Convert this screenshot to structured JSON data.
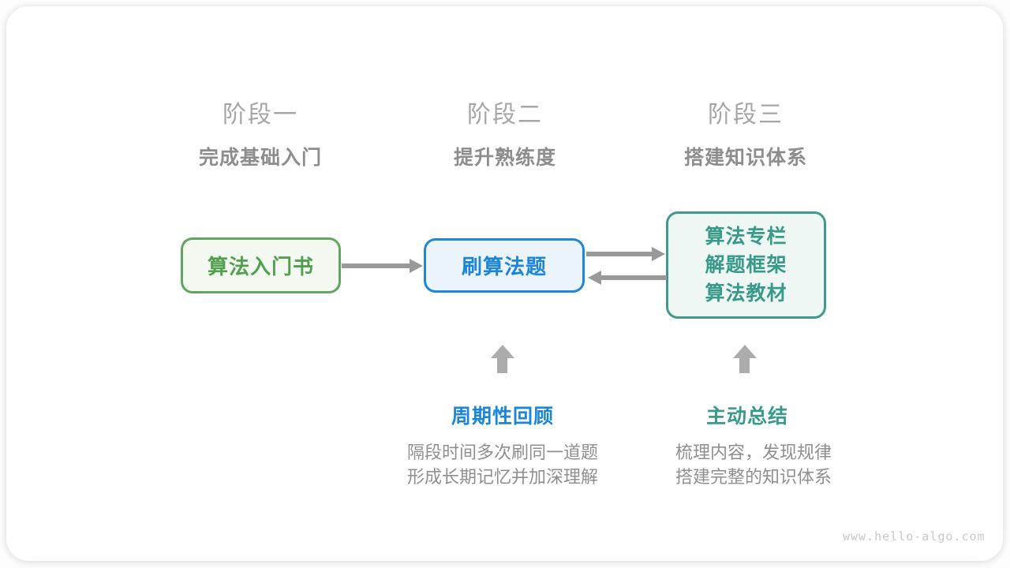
{
  "watermark": "www.hello-algo.com",
  "colors": {
    "green": "#50a04e",
    "blue": "#1b85da",
    "teal": "#389a89",
    "gray_title": "#a6a6a6",
    "gray_subtitle": "#8d8d8d",
    "gray_desc": "#8f8f8f",
    "arrow_gray": "#999999",
    "block_arrow_gray": "#acacac",
    "node_green_bg": "#f3f9f1",
    "node_blue_bg": "#ebf4fb",
    "node_teal_bg": "#eef7f4"
  },
  "stages": [
    {
      "title": "阶段一",
      "subtitle": "完成基础入门"
    },
    {
      "title": "阶段二",
      "subtitle": "提升熟练度"
    },
    {
      "title": "阶段三",
      "subtitle": "搭建知识体系"
    }
  ],
  "nodes": [
    {
      "label": "算法入门书"
    },
    {
      "label": "刷算法题"
    },
    {
      "lines": [
        "算法专栏",
        "解题框架",
        "算法教材"
      ]
    }
  ],
  "annotations": [
    {
      "label": "周期性回顾",
      "desc_line1": "隔段时间多次刷同一道题",
      "desc_line2": "形成长期记忆并加深理解"
    },
    {
      "label": "主动总结",
      "desc_line1": "梳理内容，发现规律",
      "desc_line2": "搭建完整的知识体系"
    }
  ]
}
